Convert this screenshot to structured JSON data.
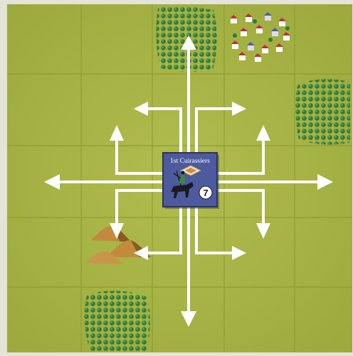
{
  "board": {
    "grass_color": "#a9b545",
    "grid_color": "#8d9a38",
    "frame_color": "#d8d8c8",
    "arrow_color": "#ffffff"
  },
  "unit": {
    "name": "1st Cuirassiers",
    "strength": "7",
    "icon": "cavalry-rider-icon",
    "background_color": "#4d5a9e",
    "border_color": "#2c3360"
  },
  "terrain": [
    {
      "type": "forest-icon"
    },
    {
      "type": "village-icon"
    },
    {
      "type": "forest-icon"
    },
    {
      "type": "hills-icon"
    },
    {
      "type": "forest-icon"
    }
  ],
  "movement_arrows": [
    {
      "direction": "north"
    },
    {
      "direction": "south"
    },
    {
      "direction": "east"
    },
    {
      "direction": "west"
    },
    {
      "direction": "north-northeast"
    },
    {
      "direction": "north-northwest"
    },
    {
      "direction": "south-southeast"
    },
    {
      "direction": "south-southwest"
    },
    {
      "direction": "east-northeast"
    },
    {
      "direction": "west-northwest"
    },
    {
      "direction": "east-southeast"
    },
    {
      "direction": "west-southwest"
    }
  ]
}
